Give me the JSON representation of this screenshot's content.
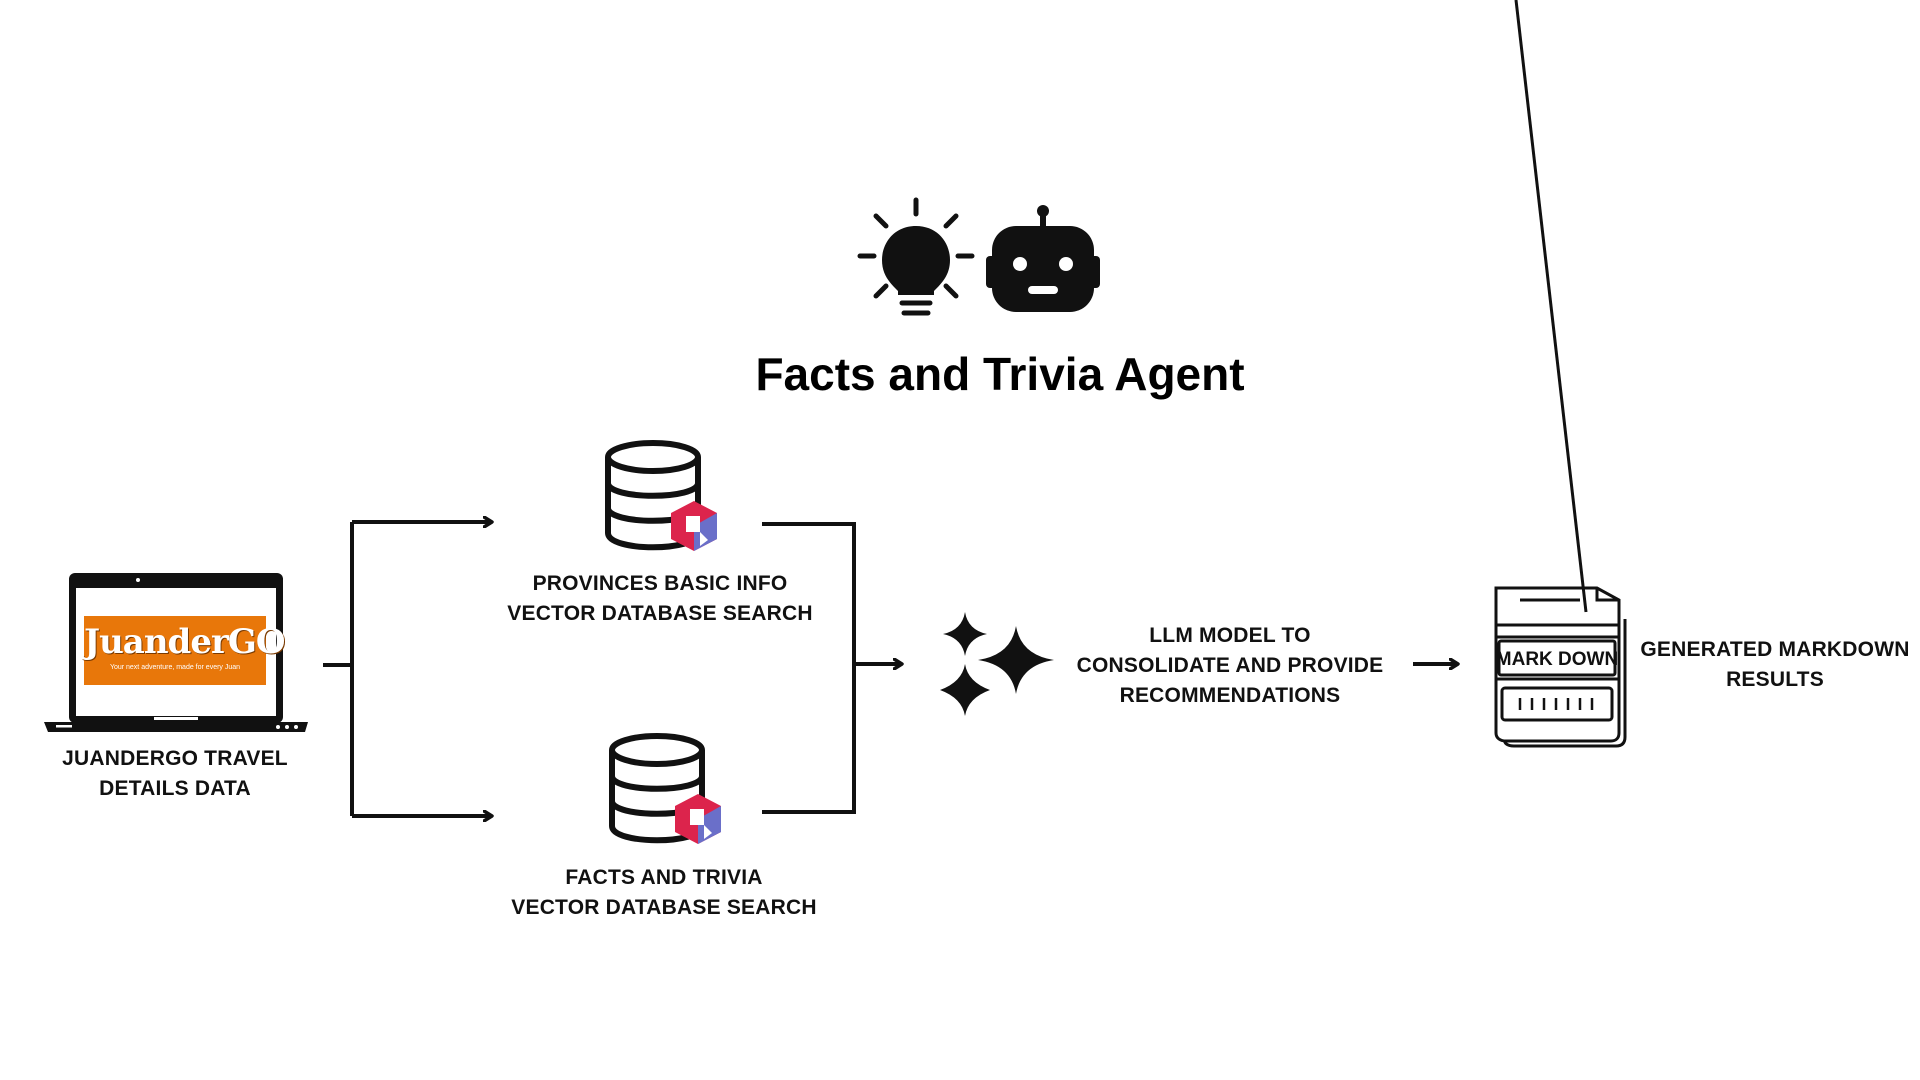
{
  "title": "Facts and Trivia Agent",
  "source": {
    "logo_text": "JuanderGO",
    "logo_tagline": "Your next adventure, made for every Juan",
    "label_line1": "JUANDERGO TRAVEL",
    "label_line2": "DETAILS DATA"
  },
  "db_provinces": {
    "line1": "PROVINCES BASIC INFO",
    "line2": "VECTOR DATABASE SEARCH"
  },
  "db_facts": {
    "line1": "FACTS AND TRIVIA",
    "line2": "VECTOR DATABASE SEARCH"
  },
  "llm": {
    "line1": "LLM MODEL TO",
    "line2": "CONSOLIDATE AND PROVIDE",
    "line3": "RECOMMENDATIONS"
  },
  "markdown_icon_text": "MARK DOWN",
  "output": {
    "line1": "GENERATED MARKDOWN",
    "line2": "RESULTS"
  },
  "icons": [
    "lightbulb-icon",
    "robot-icon",
    "laptop-icon",
    "database-icon",
    "qdrant-icon",
    "sparkles-icon",
    "markdown-document-icon"
  ],
  "colors": {
    "logo_orange": "#e8770a",
    "qdrant_red": "#dc244c",
    "qdrant_blue": "#6a6fc9",
    "ink": "#111111"
  }
}
